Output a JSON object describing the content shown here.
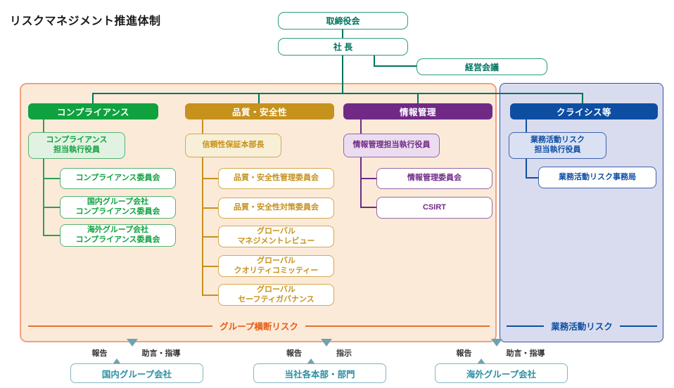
{
  "title": "リスクマネジメント推進体制",
  "top_nodes": {
    "board": "取締役会",
    "president": "社 長",
    "exec_meeting": "経営会議"
  },
  "columns": [
    {
      "id": "compliance",
      "header": "コンプライアンス",
      "officer": "コンプライアンス\n担当執行役員",
      "items": [
        "コンプライアンス委員会",
        "国内グループ会社\nコンプライアンス委員会",
        "海外グループ会社\nコンプライアンス委員会"
      ]
    },
    {
      "id": "quality-safety",
      "header": "品質・安全性",
      "officer": "信頼性保証本部長",
      "items": [
        "品質・安全性管理委員会",
        "品質・安全性対策委員会",
        "グローバル\nマネジメントレビュー",
        "グローバル\nクオリティコミッティー",
        "グローバル\nセーフティガバナンス"
      ]
    },
    {
      "id": "information",
      "header": "情報管理",
      "officer": "情報管理担当執行役員",
      "items": [
        "情報管理委員会",
        "CSIRT"
      ]
    },
    {
      "id": "crisis",
      "header": "クライシス等",
      "officer": "業務活動リスク\n担当執行役員",
      "items": [
        "業務活動リスク事務局"
      ]
    }
  ],
  "panel_labels": {
    "cross_group": "グループ横断リスク",
    "operational": "業務活動リスク"
  },
  "flows": [
    {
      "up": "報告",
      "down": "助言・指導",
      "box": "国内グループ会社"
    },
    {
      "up": "報告",
      "down": "指示",
      "box": "当社各本部・部門"
    },
    {
      "up": "報告",
      "down": "助言・指導",
      "box": "海外グループ会社"
    }
  ],
  "colors": {
    "line_teal": "#00745e",
    "compliance_green": "#0fa23e",
    "quality_gold": "#c6921c",
    "information_purple": "#702a85",
    "crisis_blue": "#0d4ea3",
    "cross_group_orange": "#e65c12",
    "flow_teal": "#6fa2b0",
    "panel_peach_bg": "#fcead9",
    "panel_peach_border": "#f0a183",
    "panel_blue_bg": "#d9dcee"
  }
}
